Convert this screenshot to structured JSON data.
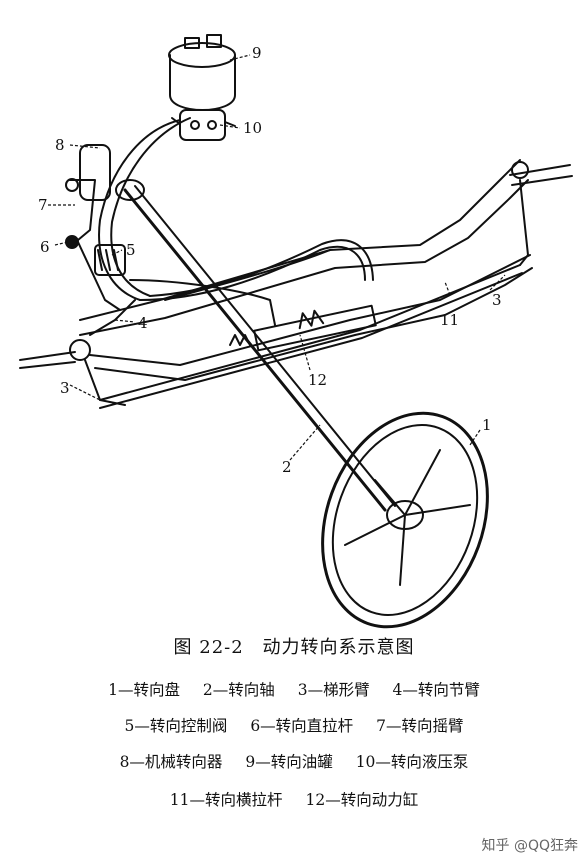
{
  "callouts": [
    "1",
    "2",
    "3",
    "3",
    "4",
    "5",
    "6",
    "7",
    "8",
    "9",
    "10",
    "11",
    "12"
  ],
  "caption": {
    "figure_no": "图 22-2",
    "title": "动力转向系示意图"
  },
  "legend": [
    [
      "1—转向盘",
      "2—转向轴",
      "3—梯形臂",
      "4—转向节臂"
    ],
    [
      "5—转向控制阀",
      "6—转向直拉杆",
      "7—转向摇臂"
    ],
    [
      "8—机械转向器",
      "9—转向油罐",
      "10—转向液压泵"
    ],
    [
      "11—转向横拉杆",
      "12—转向动力缸"
    ]
  ],
  "watermark": "知乎 @QQ狂奔"
}
